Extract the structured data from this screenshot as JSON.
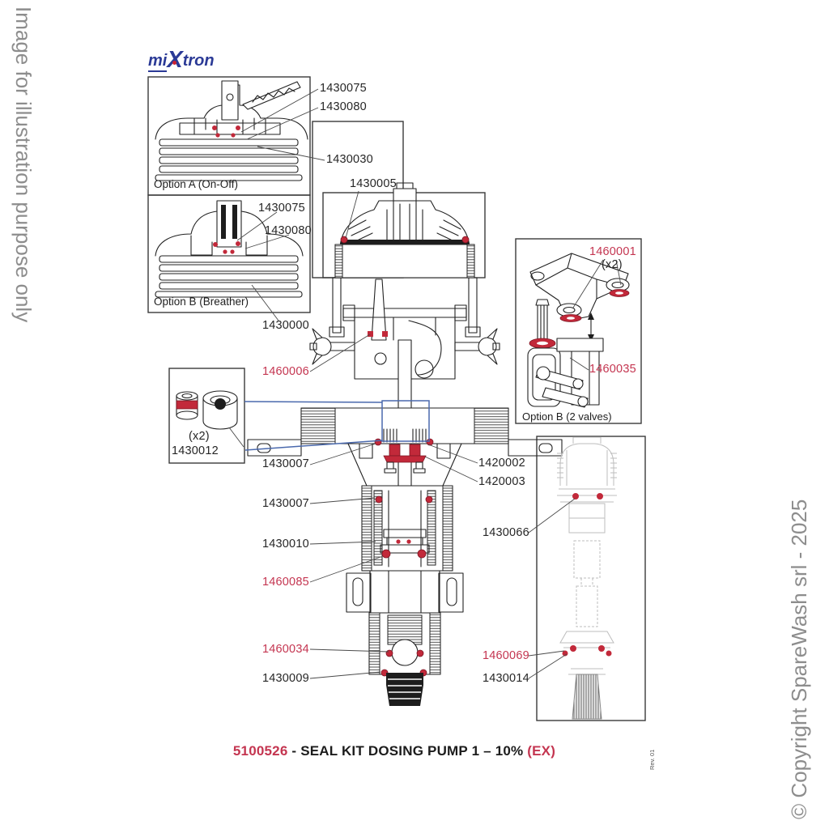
{
  "watermark_left": "Image for illustration purpose only",
  "copyright_right": "© Copyright SpareWash srl - 2025",
  "revision": "Rev. 01",
  "logo": {
    "part1": "mi",
    "part2": "X",
    "part3": "tron"
  },
  "title": {
    "code": "5100526",
    "mid": " - SEAL KIT DOSING PUMP 1 – 10% ",
    "ex": "(EX)"
  },
  "captions": {
    "option_a": "Option A (On-Off)",
    "option_b_breather": "Option B (Breather)",
    "option_b_valves": "Option B (2 valves)",
    "inset_qty": "(x2)",
    "inset_part": "1430012"
  },
  "labels": {
    "a_1430075": "1430075",
    "a_1430080": "1430080",
    "a_1430030": "1430030",
    "main_1430005": "1430005",
    "b_1430075": "1430075",
    "b_1430080": "1430080",
    "b_1430000": "1430000",
    "seal_1460006": "1460006",
    "valves_1460001": "1460001",
    "valves_qty": "(x2)",
    "valves_1460035": "1460035",
    "left_1430007_upper": "1430007",
    "right_1420002": "1420002",
    "right_1420003": "1420003",
    "left_1430007_lower": "1430007",
    "left_1430010": "1430010",
    "seal_1460085": "1460085",
    "right_1430066": "1430066",
    "seal_1460034": "1460034",
    "left_1430009": "1430009",
    "seal_1460069": "1460069",
    "right_1430014": "1430014"
  },
  "colors": {
    "red_accent": "#c43550",
    "seal_red": "#c2293a",
    "blue_accent": "#4a69ad",
    "logo_blue": "#2b3a96",
    "line": "#222222",
    "ghost": "#bdbdbd",
    "watermark_gray": "#8d8d8d"
  }
}
